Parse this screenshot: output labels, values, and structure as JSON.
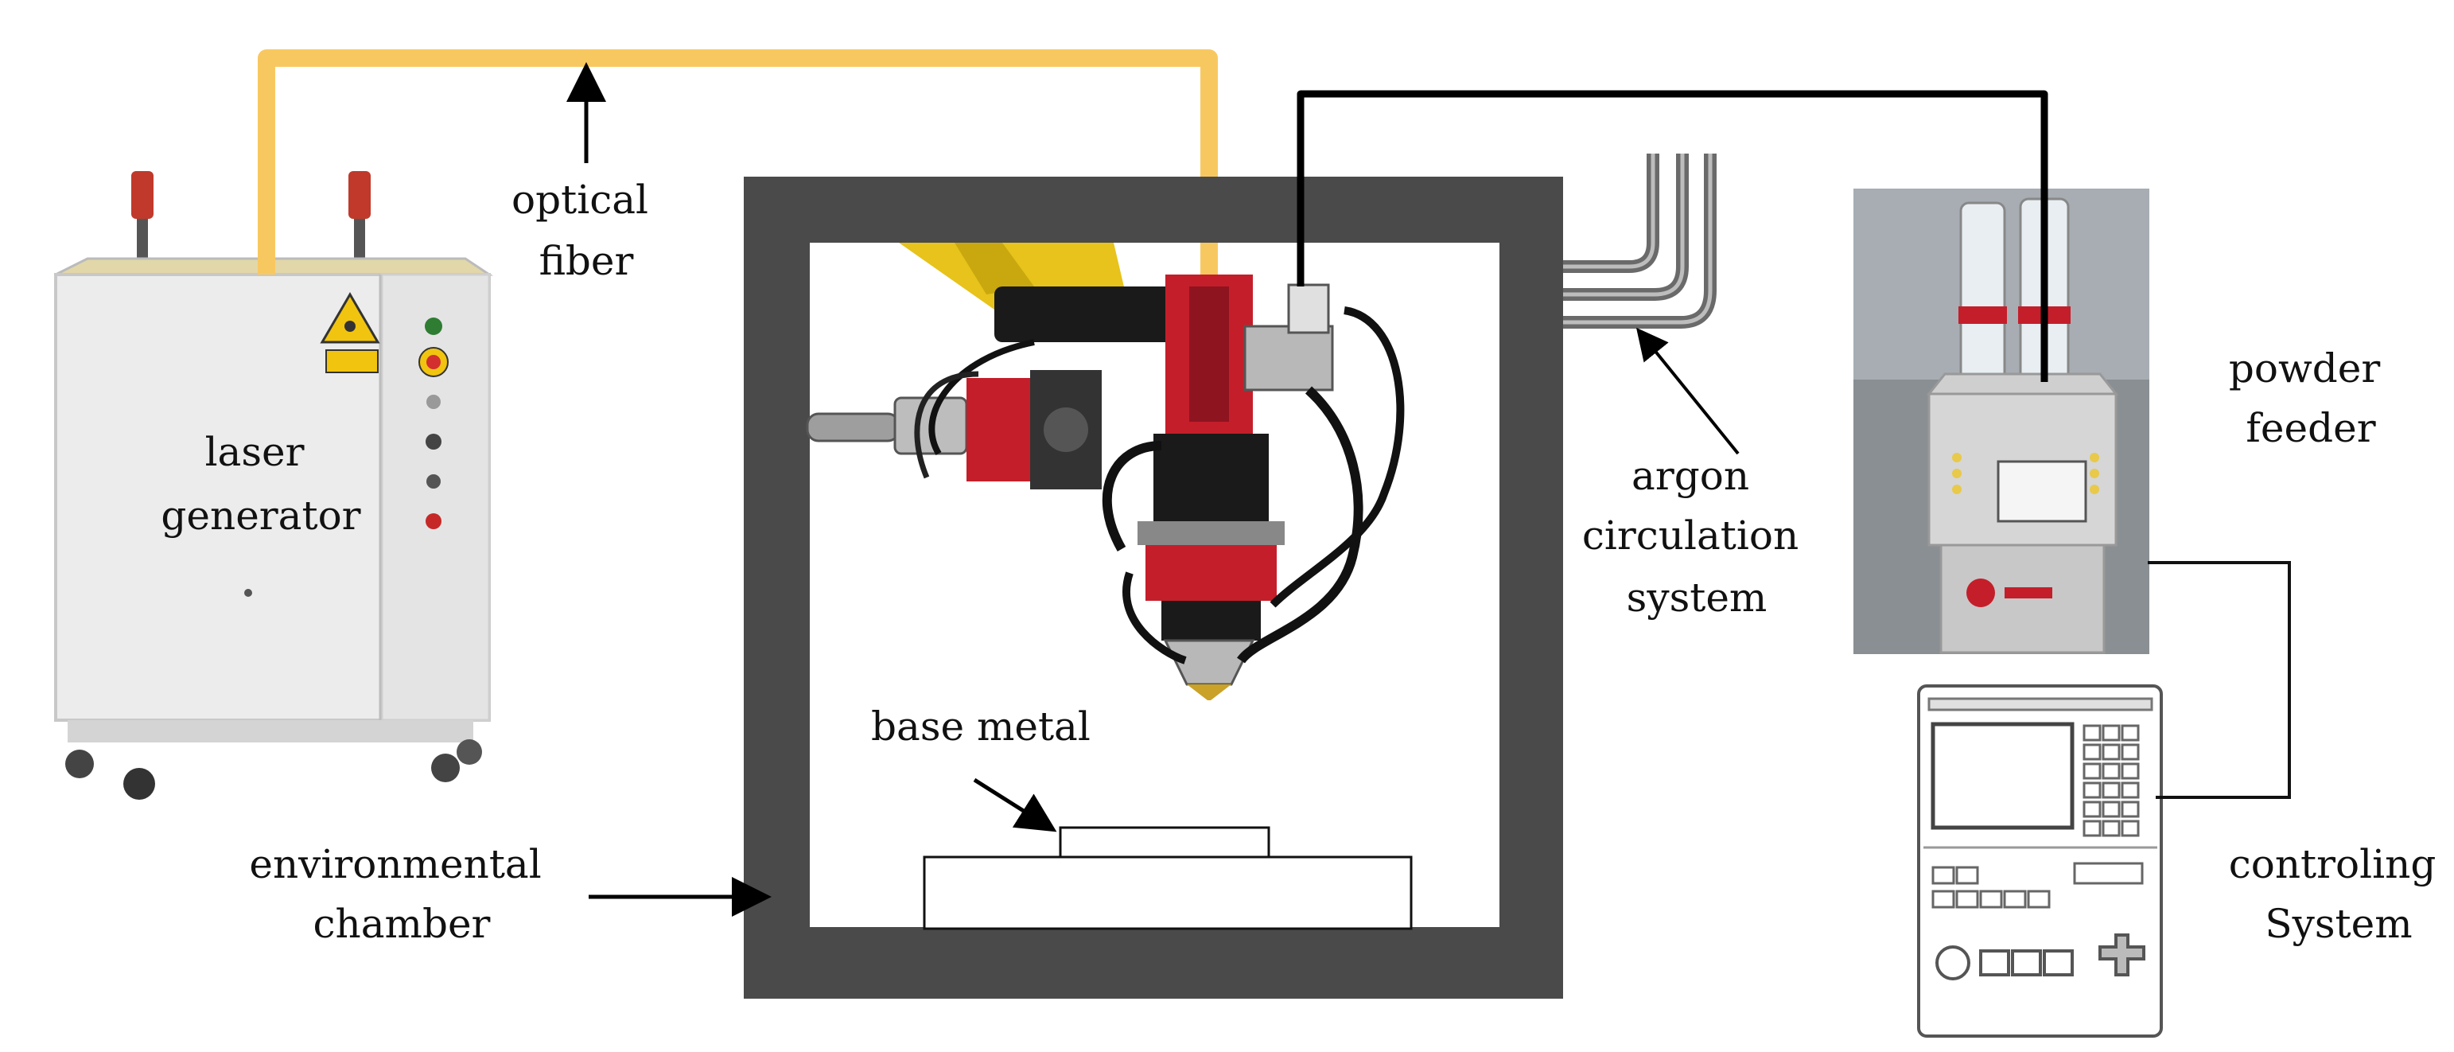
{
  "labels": {
    "optical_fiber": [
      "optical",
      "fiber"
    ],
    "laser_generator": [
      "laser",
      "generator"
    ],
    "argon_circulation_system": [
      "argon",
      "circulation",
      "system"
    ],
    "powder_feeder": [
      "powder",
      "feeder"
    ],
    "base_metal": "base metal",
    "environmental_chamber": [
      "environmental",
      "chamber"
    ],
    "controling_system": [
      "controling",
      "System"
    ]
  },
  "colors": {
    "optical_fiber": "#f8c860",
    "chamber_wall": "#4a4a4a",
    "cable": "#000000",
    "laser_head_red": "#c41e2a",
    "laser_head_black": "#1a1a1a",
    "gun_yellow": "#e7c31b",
    "generator_body": "#ececec",
    "feeder_body": "#d6d6d6"
  }
}
